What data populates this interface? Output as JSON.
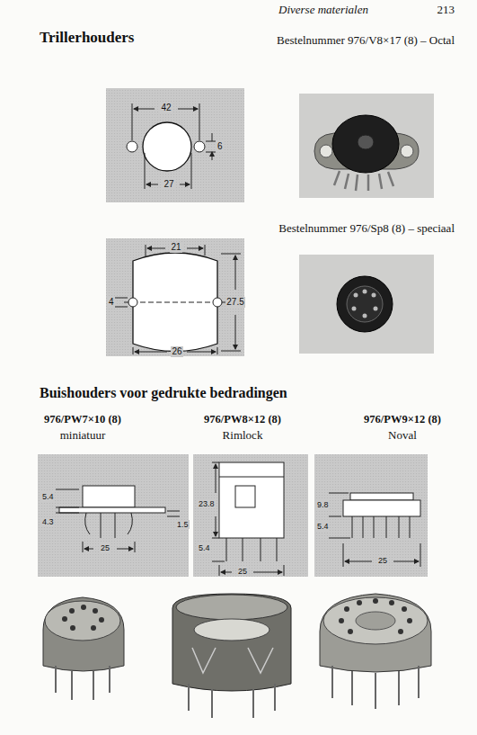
{
  "diagram": {
    "title": "Trillerhouders",
    "labels": [
      "Diverse materialen",
      "213",
      "Bestelnummer 976/V8×17 (8) – Octal",
      "42",
      "6",
      "27",
      "Bestelnummer 976/Sp8 (8) – speciaal",
      "21",
      "4",
      "27.5",
      "26",
      "Buishouders voor gedrukte bedradingen",
      "976/PW7×10 (8)",
      "976/PW8×12 (8)",
      "976/PW9×12 (8)",
      "miniatuur",
      "Rimlock",
      "Noval",
      "5.4",
      "4.3",
      "1.5",
      "25",
      "23.8",
      "5.4",
      "25",
      "9.8",
      "5.4",
      "25"
    ]
  }
}
